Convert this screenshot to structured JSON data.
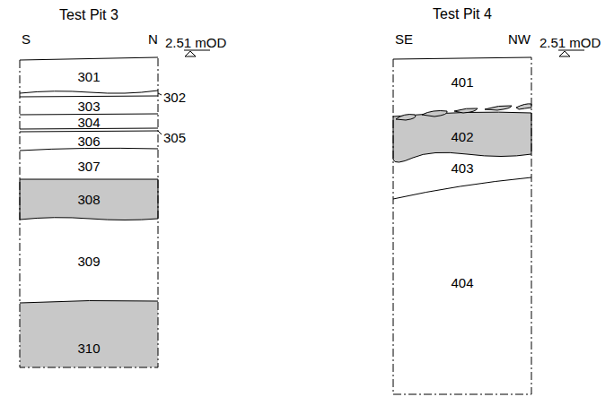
{
  "diagram": {
    "nodes": [
      {
        "text": [
          "Test Pit 3"
        ]
      },
      {
        "text": [
          "301"
        ],
        "in": 0
      },
      {
        "text": [
          "303"
        ],
        "in": 0
      },
      {
        "text": [
          "304"
        ],
        "in": 0
      },
      {
        "text": [
          "306"
        ],
        "in": 0
      },
      {
        "text": [
          "307"
        ],
        "in": 0
      },
      {
        "text": [
          "308"
        ],
        "in": 0
      },
      {
        "text": [
          "309"
        ],
        "in": 0
      },
      {
        "text": [
          "310"
        ],
        "in": 0
      },
      {
        "text": [
          "Test Pit 4"
        ]
      },
      {
        "text": [
          "401"
        ],
        "in": 9
      },
      {
        "text": [
          "402"
        ],
        "in": 9
      },
      {
        "text": [
          "403"
        ],
        "in": 9
      },
      {
        "text": [
          "404"
        ],
        "in": 9
      }
    ],
    "labels": [
      "S",
      "N",
      "2.51 mOD",
      "302",
      "305",
      "SE",
      "NW",
      "2.51 mOD"
    ]
  }
}
